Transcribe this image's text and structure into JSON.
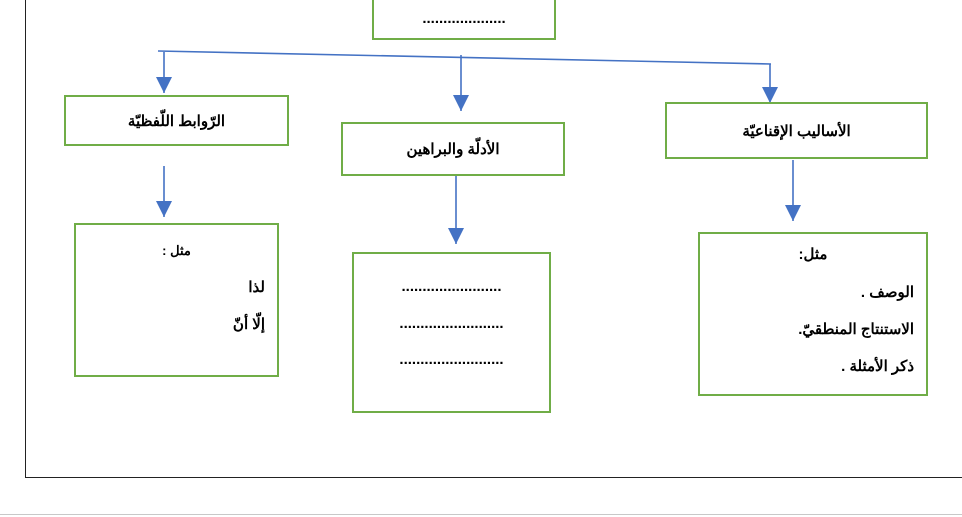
{
  "root": {
    "label": "...................."
  },
  "branches": [
    {
      "title": "الأساليب الإقناعيّة",
      "example_label": "مثل:",
      "items": [
        "الوصف .",
        "الاستنتاج المنطقيّ.",
        "ذكر الأمثلة ."
      ]
    },
    {
      "title": "الأدلّة والبراهين",
      "items": [
        "........................",
        ".........................",
        "........................."
      ]
    },
    {
      "title": "الرّوابط اللّفظيّة",
      "example_label": "مثل :",
      "items": [
        "لذا",
        "إلّا أنّ"
      ]
    }
  ],
  "colors": {
    "box_border": "#70ad47",
    "arrow": "#4472c4"
  }
}
